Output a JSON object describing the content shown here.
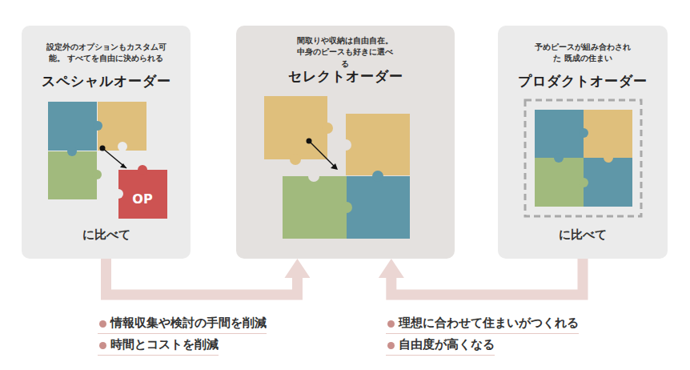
{
  "diagram": {
    "nodes": [
      {
        "text": [
          "設定外のオプションもカスタム可能。 すべてを自由に決められる",
          "スペシャルオーダー",
          "に比べて"
        ]
      },
      {
        "text": [
          "間取りや収納は自由自在。 中身のピースも好きに選べる",
          "セレクトオーダー"
        ]
      },
      {
        "text": [
          "予めピースが組み合わされた 既成の住まい",
          "プロダクトオーダー",
          "に比べて"
        ]
      }
    ],
    "edges": [
      {
        "from": 0,
        "to": 1,
        "arrow": "to"
      },
      {
        "from": 2,
        "to": 1,
        "arrow": "to"
      }
    ],
    "labels": [
      "OP",
      "情報収集や検討の手間を削減",
      "時間とコストを削減",
      "理想に合わせて住まいがつくれる",
      "自由度が高くなる"
    ]
  }
}
